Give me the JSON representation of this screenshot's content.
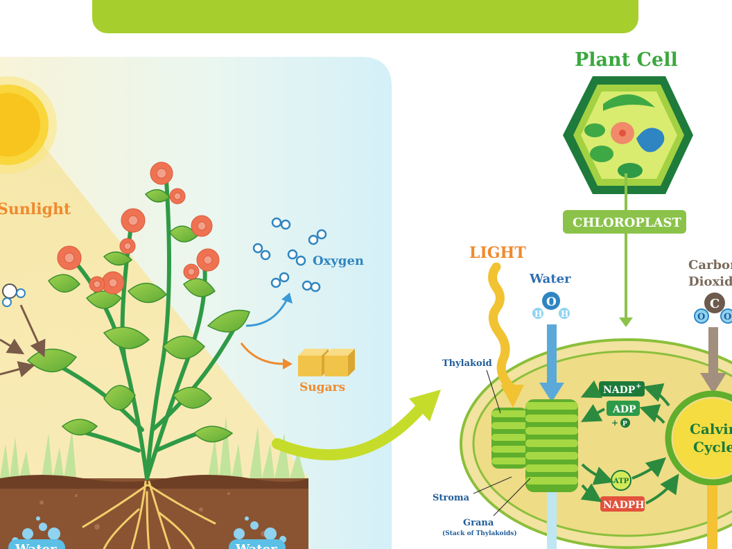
{
  "left_panel": {
    "sunlight_label": "Sunlight",
    "oxygen_label": "Oxygen",
    "sugars_label": "Sugars",
    "water_left_label": "Water",
    "water_right_label": "Water"
  },
  "right_panel": {
    "plant_cell_title": "Plant Cell",
    "chloroplast_label": "CHLOROPLAST",
    "light_label": "LIGHT",
    "water_label": "Water",
    "water_molecule": {
      "o": "O",
      "h1": "H",
      "h2": "H"
    },
    "co2_label_line1": "Carbon",
    "co2_label_line2": "Dioxide",
    "co2_molecule": {
      "c": "C",
      "o1": "O",
      "o2": "O"
    },
    "thylakoid_label": "Thylakoid",
    "stroma_label": "Stroma",
    "grana_label": "Grana",
    "grana_sub_label": "(Stack of Thylakoids)",
    "nadp_plus_label": "NADP",
    "nadp_plus_sup": "+",
    "adp_label": "ADP",
    "plus_p_label": "+",
    "p_label": "P",
    "atp_label": "ATP",
    "nadph_label": "NADPH",
    "calvin_line1": "Calvin",
    "calvin_line2": "Cycle"
  },
  "colors": {
    "banner": "#a6cf2e",
    "sun": "#f8c91e",
    "leaf": "#73b93c",
    "stem": "#2f9a46",
    "flower": "#ef7352",
    "soil": "#8a5433",
    "oxygen_blue": "#2f85c1",
    "sugar": "#f2c349",
    "orange_text": "#ef8a2e",
    "chloroplast_outer": "#f2e3a0",
    "chloroplast_inner": "#ecd57c",
    "grana_green": "#7cc33a",
    "dark_green": "#1b7a3a",
    "nadph_red": "#e2523c",
    "calvin_yellow": "#f4dc41",
    "brown_arrow": "#a28f7d"
  }
}
